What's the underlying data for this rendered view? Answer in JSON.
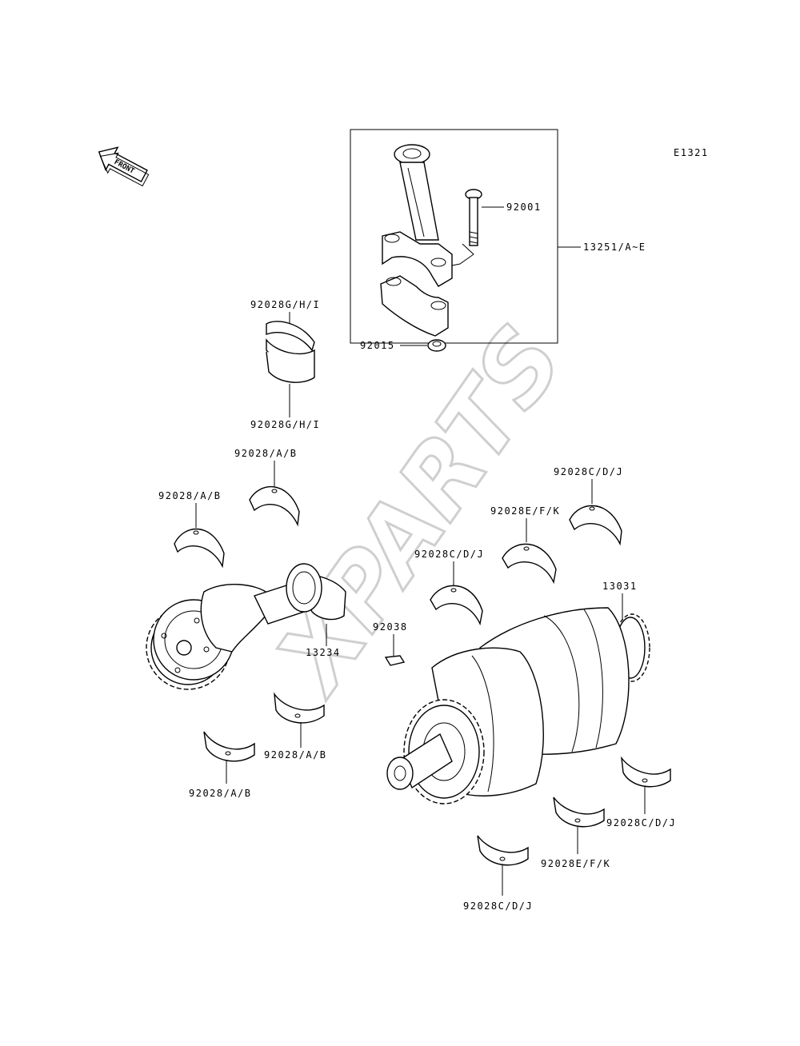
{
  "diagram": {
    "code": "E1321",
    "front_label": "FRONT",
    "watermark": "XPARTS",
    "colors": {
      "line": "#000000",
      "watermark": "#cfcfcf",
      "background": "#ffffff"
    },
    "labels": {
      "con_rod_bolt": "92001",
      "con_rod_assy": "13251/A~E",
      "con_rod_nut": "92015",
      "rod_bearing_upper": "92028G/H/I",
      "rod_bearing_lower": "92028G/H/I",
      "balancer_bearing_top_right": "92028/A/B",
      "balancer_bearing_top_left": "92028/A/B",
      "balancer_shaft": "13234",
      "balancer_bearing_bottom_right": "92028/A/B",
      "balancer_bearing_bottom_left": "92028/A/B",
      "main_bearing_top_right": "92028C/D/J",
      "main_bearing_mid_top": "92028E/F/K",
      "main_bearing_mid_left": "92028C/D/J",
      "crankshaft": "13031",
      "key": "92038",
      "main_bearing_bottom_right": "92028C/D/J",
      "main_bearing_bottom_mid": "92028E/F/K",
      "main_bearing_bottom_left": "92028C/D/J"
    }
  }
}
